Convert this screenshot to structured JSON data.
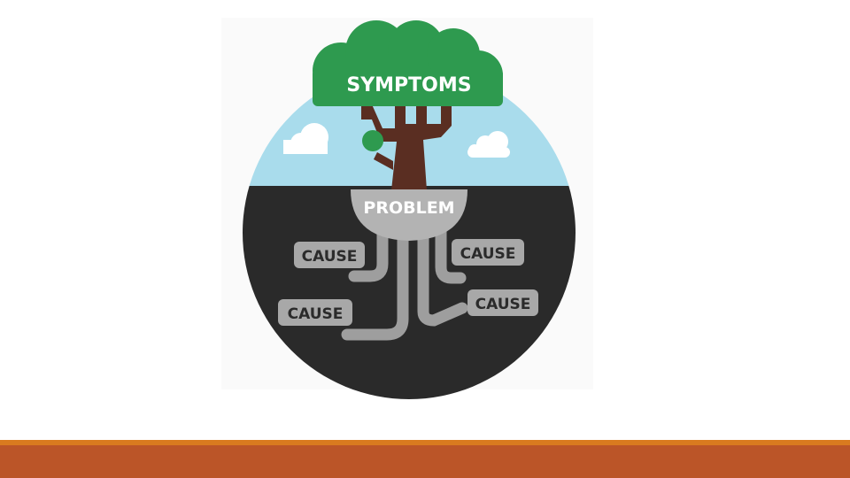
{
  "diagram": {
    "top_label": "SYMPTOMS",
    "middle_label": "PROBLEM",
    "causes": [
      "CAUSE",
      "CAUSE",
      "CAUSE",
      "CAUSE"
    ]
  },
  "colors": {
    "sky": "#a9dcec",
    "soil": "#2a2a2a",
    "canopy": "#2e9a4f",
    "canopy_light": "#35a85a",
    "trunk": "#5a2e22",
    "problem_bulb": "#b3b3b3",
    "root": "#9e9e9e",
    "label_box": "#a8a8a8",
    "label_text": "#2b2b2b",
    "symptoms_text": "#ffffff",
    "footer_thin": "#d97a1f",
    "footer_band": "#bb5528"
  }
}
